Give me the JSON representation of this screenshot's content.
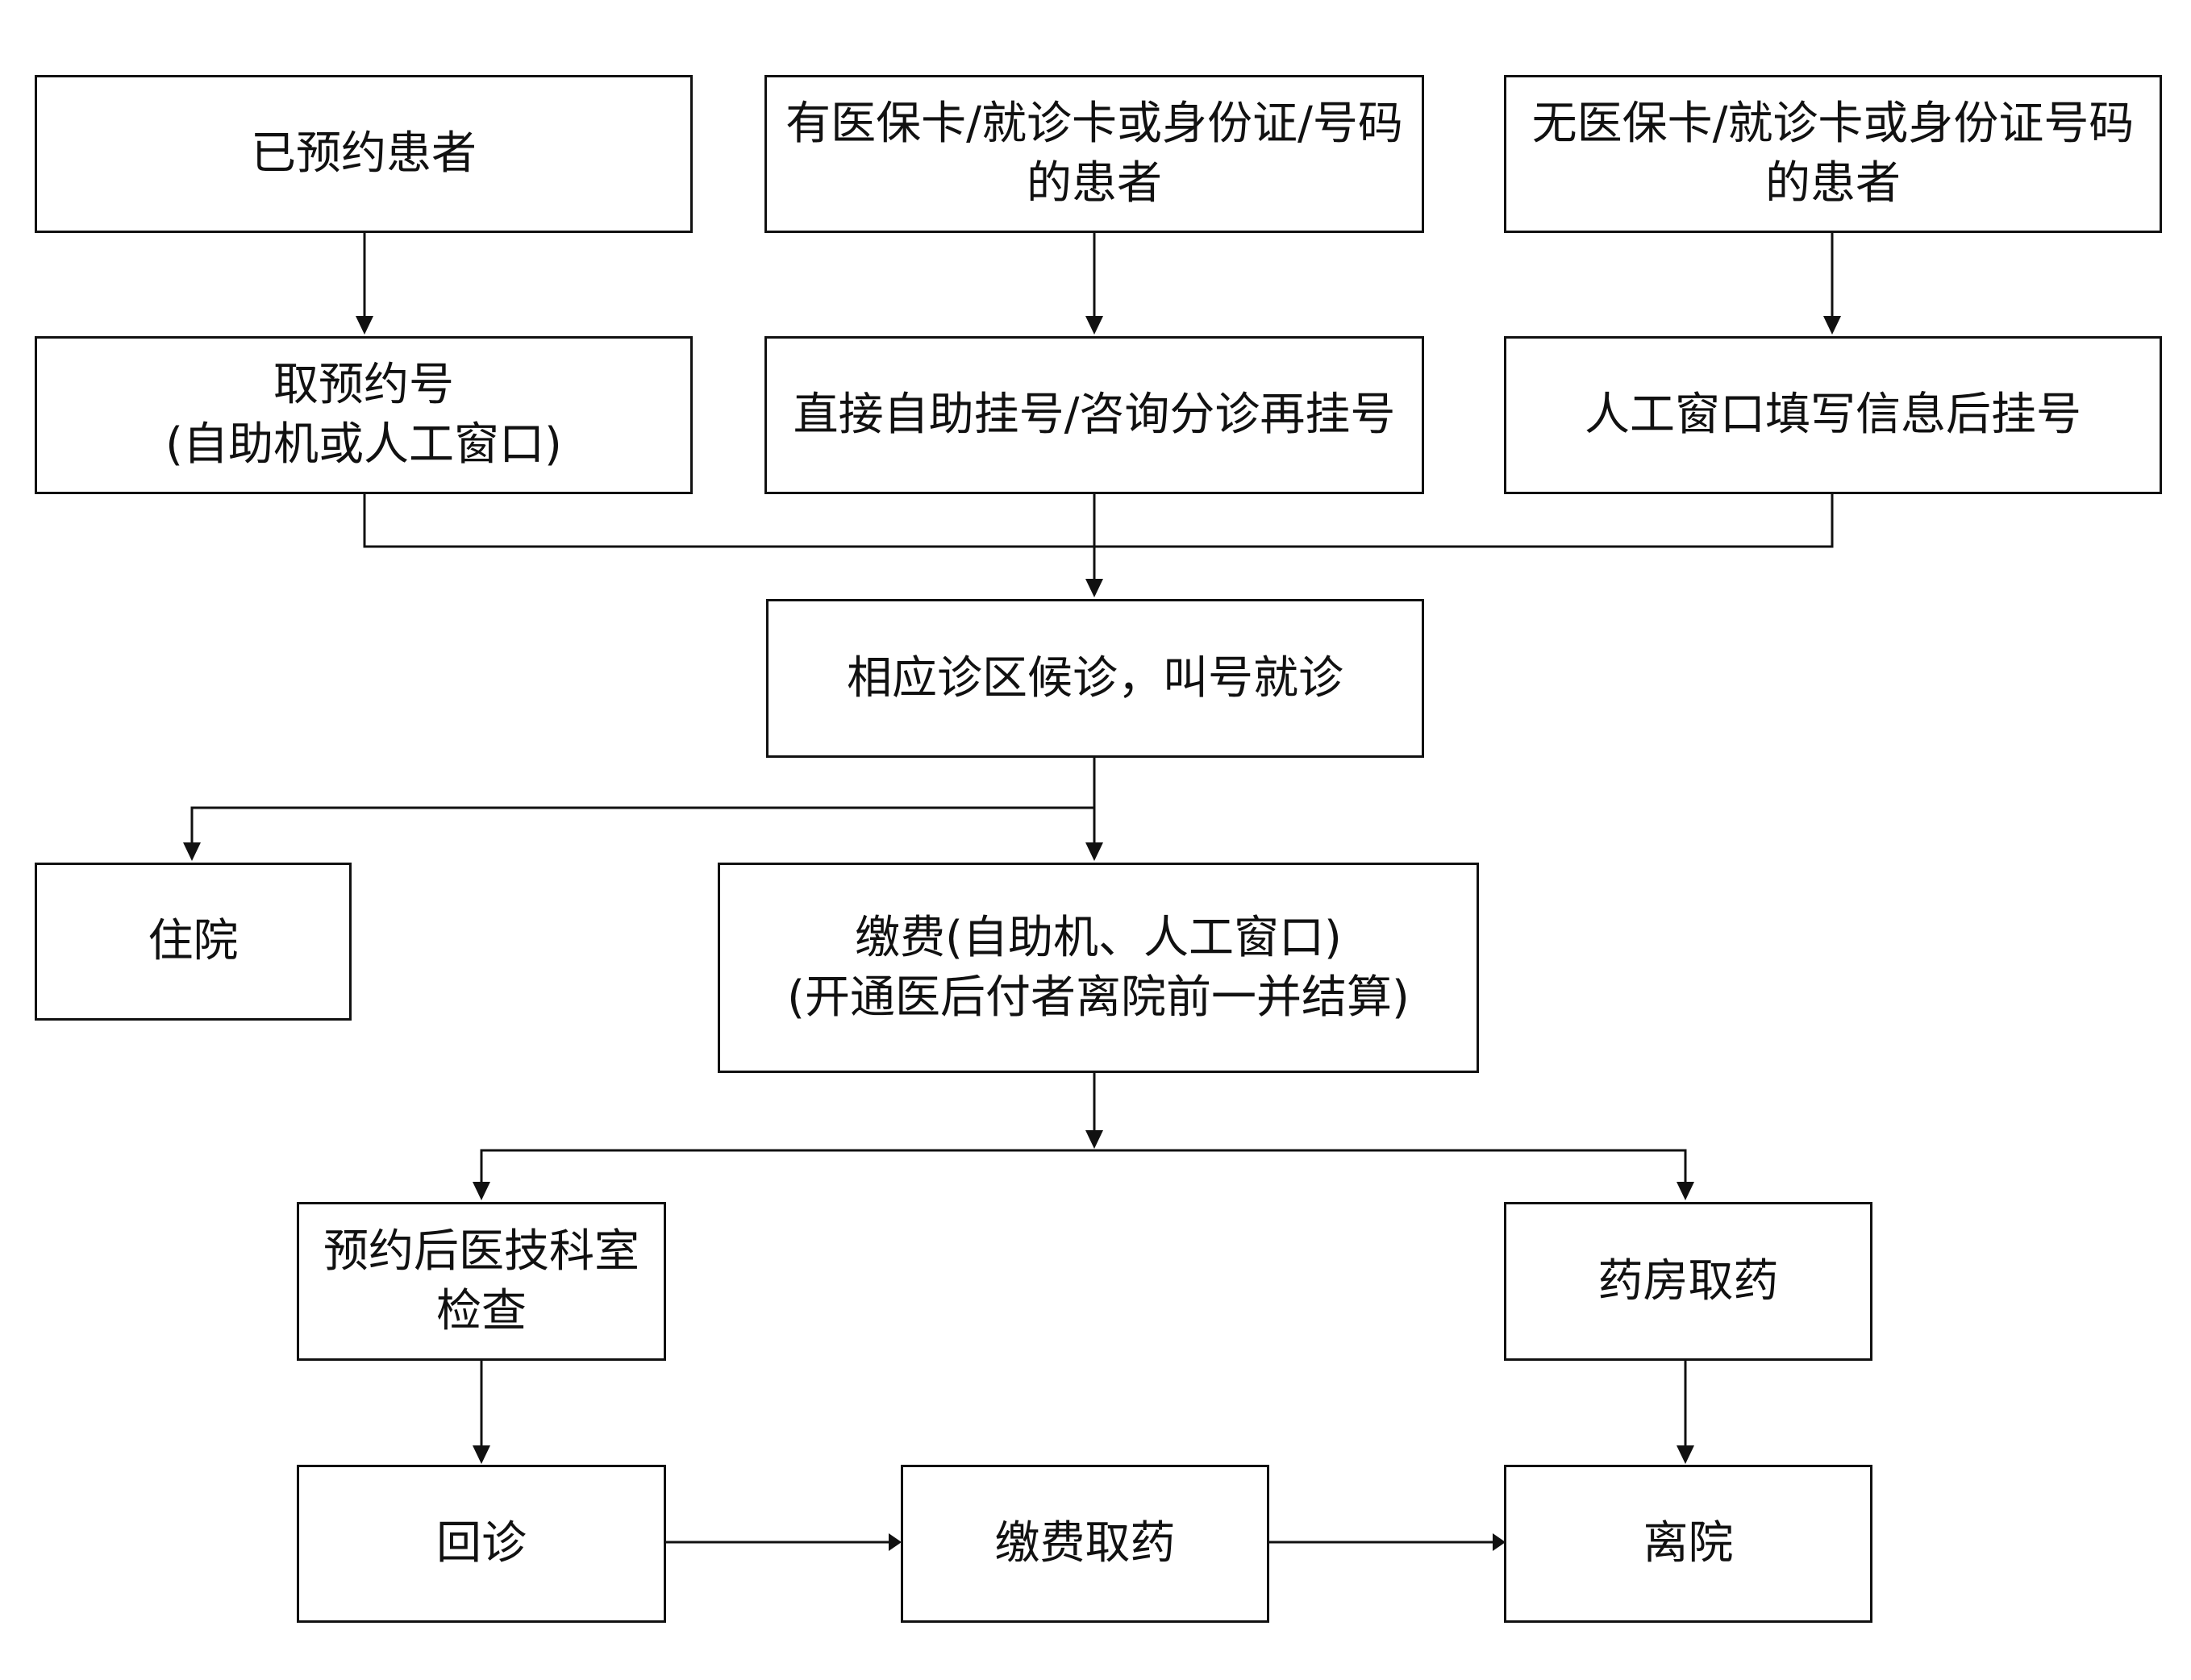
{
  "nodes": {
    "booked_patient": "已预约患者",
    "with_card": "有医保卡/就诊卡或身份证/号码\n的患者",
    "without_card": "无医保卡/就诊卡或身份证号码\n的患者",
    "get_booked_number": "取预约号\n(自助机或人工窗口)",
    "self_register": "直接自助挂号/咨询分诊再挂号",
    "manual_register": "人工窗口填写信息后挂号",
    "wait_consult": "相应诊区候诊，叫号就诊",
    "hospitalize": "住院",
    "payment": "缴费(自助机、人工窗口)\n(开通医后付者离院前一并结算)",
    "medtech_exam": "预约后医技科室\n检查",
    "pharmacy": "药房取药",
    "revisit": "回诊",
    "pay_get_medicine": "缴费取药",
    "leave_hospital": "离院"
  },
  "colors": {
    "line": "#111111",
    "box_border": "#111111",
    "background": "#ffffff"
  }
}
